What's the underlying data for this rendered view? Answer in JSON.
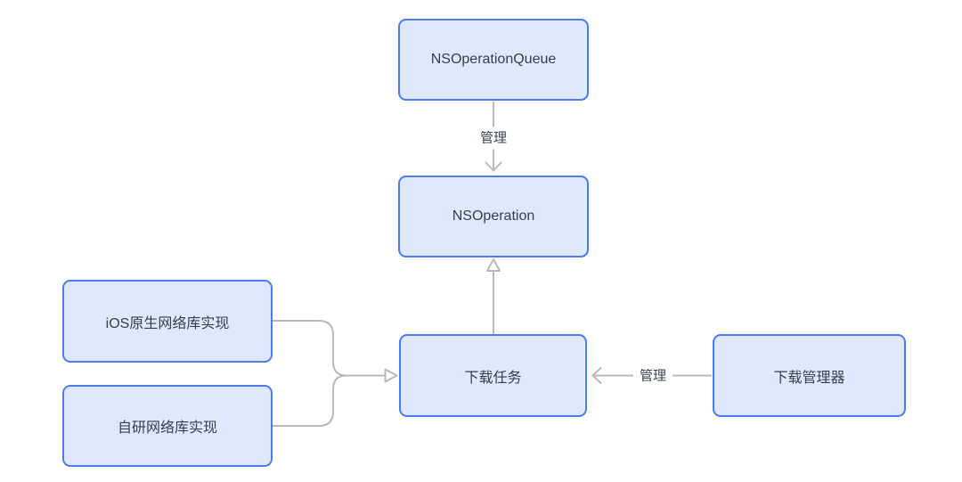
{
  "diagram": {
    "type": "flowchart",
    "background_color": "#ffffff",
    "node_fill_color": "#dfe8fc",
    "node_border_color": "#4d7cf0",
    "node_text_color": "#36404d",
    "connector_color": "#b9b9b9",
    "nodes": [
      {
        "id": "nsoperationqueue",
        "label": "NSOperationQueue"
      },
      {
        "id": "nsoperation",
        "label": "NSOperation"
      },
      {
        "id": "ios-native-network-lib",
        "label": "iOS原生网络库实现"
      },
      {
        "id": "self-developed-network-lib",
        "label": "自研网络库实现"
      },
      {
        "id": "download-task",
        "label": "下载任务"
      },
      {
        "id": "download-manager",
        "label": "下载管理器"
      }
    ],
    "edges": [
      {
        "from": "NSOperationQueue",
        "to": "NSOperation",
        "label": "管理",
        "arrowhead": "open-chevron",
        "direction": "down"
      },
      {
        "from": "下载任务",
        "to": "NSOperation",
        "label": "",
        "arrowhead": "hollow-triangle",
        "direction": "up"
      },
      {
        "from": "iOS原生网络库实现",
        "to": "下载任务",
        "label": "",
        "arrowhead": "hollow-triangle",
        "direction": "right",
        "note": "merges with sibling connector before arrowhead"
      },
      {
        "from": "自研网络库实现",
        "to": "下载任务",
        "label": "",
        "arrowhead": "hollow-triangle",
        "direction": "right",
        "note": "merges with sibling connector before arrowhead"
      },
      {
        "from": "下载管理器",
        "to": "下载任务",
        "label": "管理",
        "arrowhead": "open-chevron",
        "direction": "left"
      }
    ]
  }
}
